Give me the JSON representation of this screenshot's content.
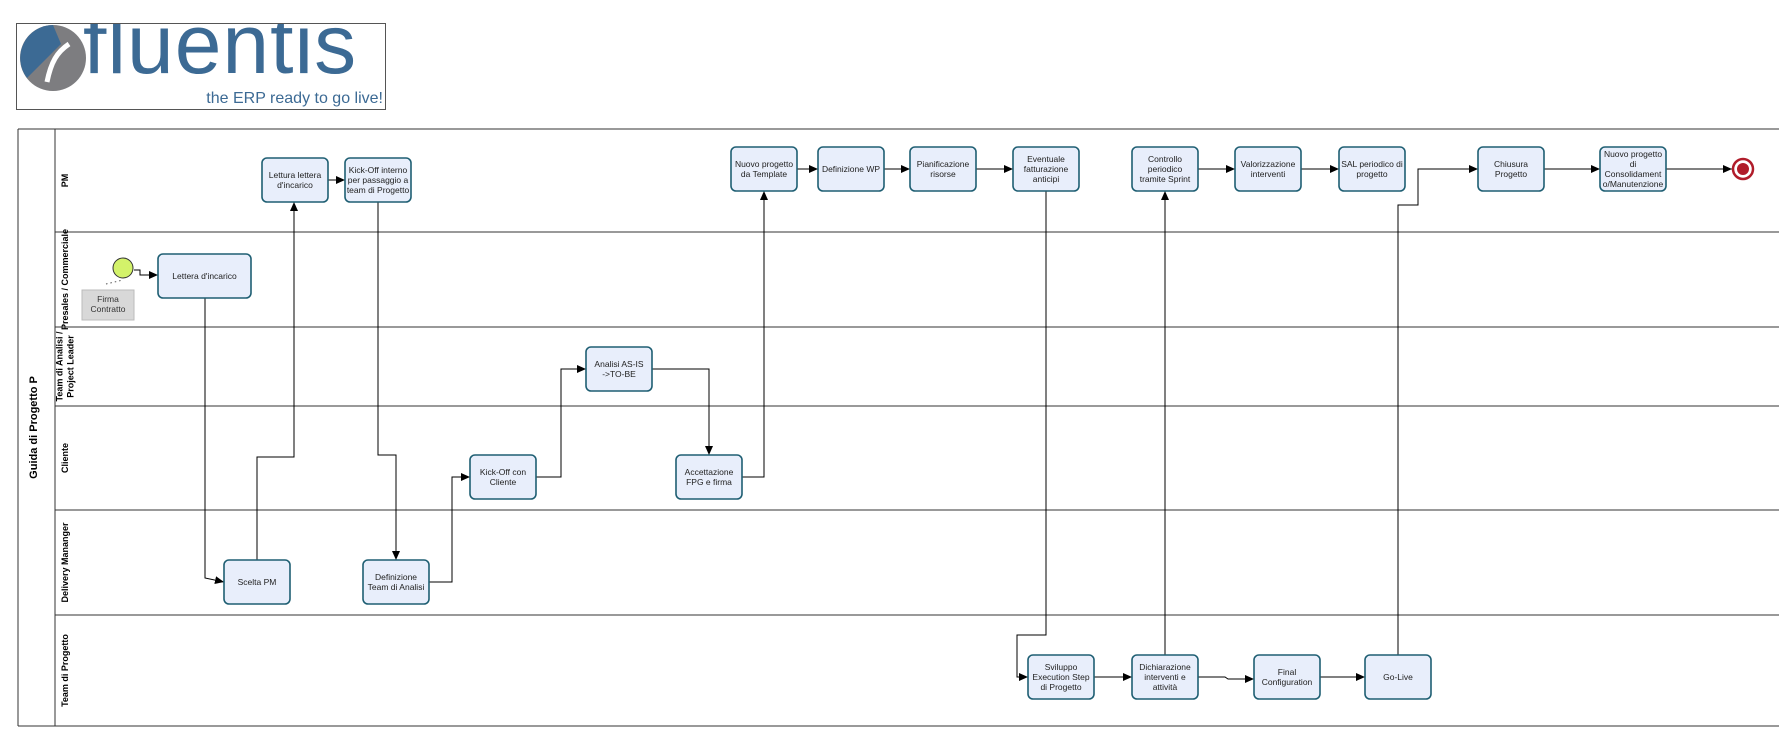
{
  "logo": {
    "wordmark": "fluentis",
    "tagline": "the ERP ready to go live!"
  },
  "pool": {
    "title": "Guida di Progetto P"
  },
  "lanes": [
    {
      "id": "pm",
      "label": [
        "PM"
      ]
    },
    {
      "id": "presales",
      "label": [
        "Presales / Commerciale"
      ]
    },
    {
      "id": "analisi",
      "label": [
        "Team di Analisi /",
        "Project Leader"
      ]
    },
    {
      "id": "cliente",
      "label": [
        "Cliente"
      ]
    },
    {
      "id": "delivery",
      "label": [
        "Delivery Mananger"
      ]
    },
    {
      "id": "progetto",
      "label": [
        "Team di Progetto"
      ]
    }
  ],
  "start_event": {
    "annotation": [
      "Firma",
      "Contratto"
    ]
  },
  "tasks": [
    {
      "id": "lettera",
      "lines": [
        "Lettera d'incarico"
      ]
    },
    {
      "id": "scelta",
      "lines": [
        "Scelta PM"
      ]
    },
    {
      "id": "lettura",
      "lines": [
        "Lettura lettera",
        "d'incarico"
      ]
    },
    {
      "id": "kickint",
      "lines": [
        "Kick-Off interno",
        "per passaggio a",
        "team di Progetto"
      ]
    },
    {
      "id": "defteam",
      "lines": [
        "Definizione",
        "Team di Analisi"
      ]
    },
    {
      "id": "kickcli",
      "lines": [
        "Kick-Off con",
        "Cliente"
      ]
    },
    {
      "id": "analisi",
      "lines": [
        "Analisi AS-IS",
        "->TO-BE"
      ]
    },
    {
      "id": "accett",
      "lines": [
        "Accettazione",
        "FPG e firma"
      ]
    },
    {
      "id": "nuovo",
      "lines": [
        "Nuovo progetto",
        "da Template"
      ]
    },
    {
      "id": "defwp",
      "lines": [
        "Definizione WP"
      ]
    },
    {
      "id": "pianif",
      "lines": [
        "Pianificazione",
        "risorse"
      ]
    },
    {
      "id": "fattur",
      "lines": [
        "Eventuale",
        "fatturazione",
        "anticipi"
      ]
    },
    {
      "id": "svil",
      "lines": [
        "Sviluppo",
        "Execution Step",
        "di Progetto"
      ]
    },
    {
      "id": "controllo",
      "lines": [
        "Controllo",
        "periodico",
        "tramite Sprint"
      ]
    },
    {
      "id": "dichiar",
      "lines": [
        "Dichiarazione",
        "interventi e",
        "attività"
      ]
    },
    {
      "id": "valoriz",
      "lines": [
        "Valorizzazione",
        "interventi"
      ]
    },
    {
      "id": "finalconf",
      "lines": [
        "Final",
        "Configuration"
      ]
    },
    {
      "id": "sal",
      "lines": [
        "SAL periodico di",
        "progetto"
      ]
    },
    {
      "id": "golive",
      "lines": [
        "Go-Live"
      ]
    },
    {
      "id": "chiusura",
      "lines": [
        "Chiusura",
        "Progetto"
      ]
    },
    {
      "id": "consol",
      "lines": [
        "Nuovo progetto",
        "di",
        "Consolidament",
        "o/Manutenzione"
      ]
    }
  ],
  "colors": {
    "task_fill": "#e8eefb",
    "task_stroke": "#1f5f73",
    "start_fill": "#d3f26a",
    "end_stroke": "#b01c2a",
    "annotation_fill": "#d8d8d8",
    "lane_line": "#333333"
  }
}
